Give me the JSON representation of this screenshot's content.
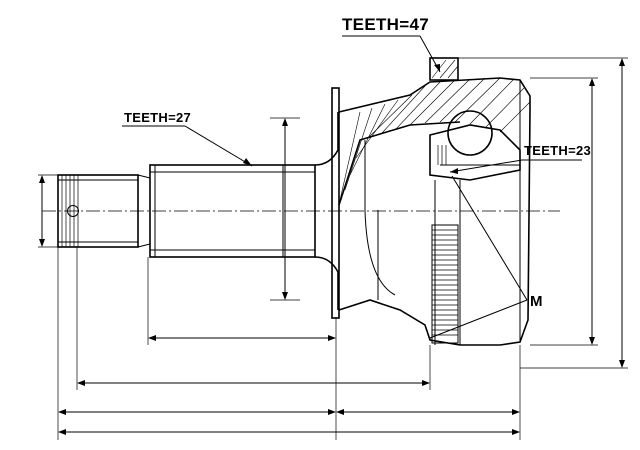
{
  "labels": {
    "teeth_outer": "TEETH=47",
    "teeth_shaft": "TEETH=27",
    "teeth_inner": "TEETH=23",
    "m_label": "M"
  }
}
